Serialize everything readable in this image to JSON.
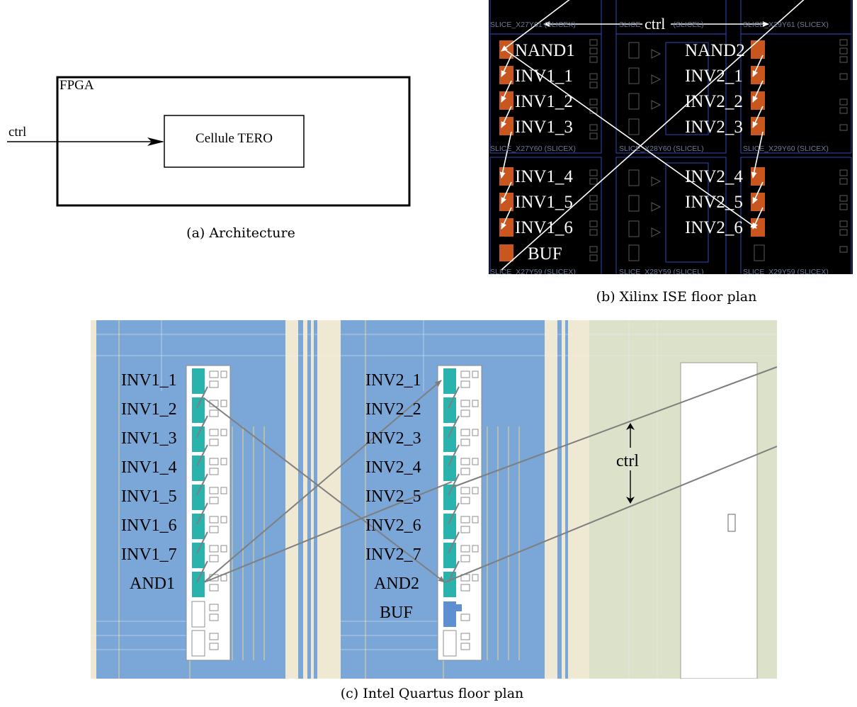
{
  "captions": {
    "a": "(a) Architecture",
    "b": "(b) Xilinx ISE floor plan",
    "c": "(c) Intel Quartus floor plan"
  },
  "architecture": {
    "fpga_label": "FPGA",
    "ctrl_label": "ctrl",
    "cell_label": "Cellule TERO"
  },
  "xilinx": {
    "ctrl_label": "ctrl",
    "slice_labels": {
      "top": [
        "SLICE_X27Y61 (SLICEX)",
        "SLICE_X28Y61 (SLICEL)",
        "SLICE_X29Y61 (SLICEX)"
      ],
      "mid": [
        "SLICE_X27Y60 (SLICEX)",
        "SLICE_X28Y60 (SLICEL)",
        "SLICE_X29Y60 (SLICEX)"
      ],
      "bottom": [
        "SLICE_X27Y59 (SLICEX)",
        "SLICE_X28Y59 (SLICEL)",
        "SLICE_X29Y59 (SLICEX)"
      ]
    },
    "left_cells": [
      "NAND1",
      "INV1_1",
      "INV1_2",
      "INV1_3",
      "INV1_4",
      "INV1_5",
      "INV1_6",
      "BUF"
    ],
    "right_cells": [
      "NAND2",
      "INV2_1",
      "INV2_2",
      "INV2_3",
      "INV2_4",
      "INV2_5",
      "INV2_6"
    ],
    "colors": {
      "background": "#000000",
      "cell": "#c8561e",
      "frame": "#2a3d9a",
      "wire": "#ffffff"
    }
  },
  "quartus": {
    "ctrl_label": "ctrl",
    "left_cells": [
      "INV1_1",
      "INV1_2",
      "INV1_3",
      "INV1_4",
      "INV1_5",
      "INV1_6",
      "INV1_7",
      "AND1"
    ],
    "right_cells": [
      "INV2_1",
      "INV2_2",
      "INV2_3",
      "INV2_4",
      "INV2_5",
      "INV2_6",
      "INV2_7",
      "AND2",
      "BUF"
    ],
    "colors": {
      "blue": "#7aa6d8",
      "beige": "#efe8d2",
      "sage": "#dbe2c9",
      "cell": "#2ab3ad",
      "wire": "#808080"
    }
  }
}
